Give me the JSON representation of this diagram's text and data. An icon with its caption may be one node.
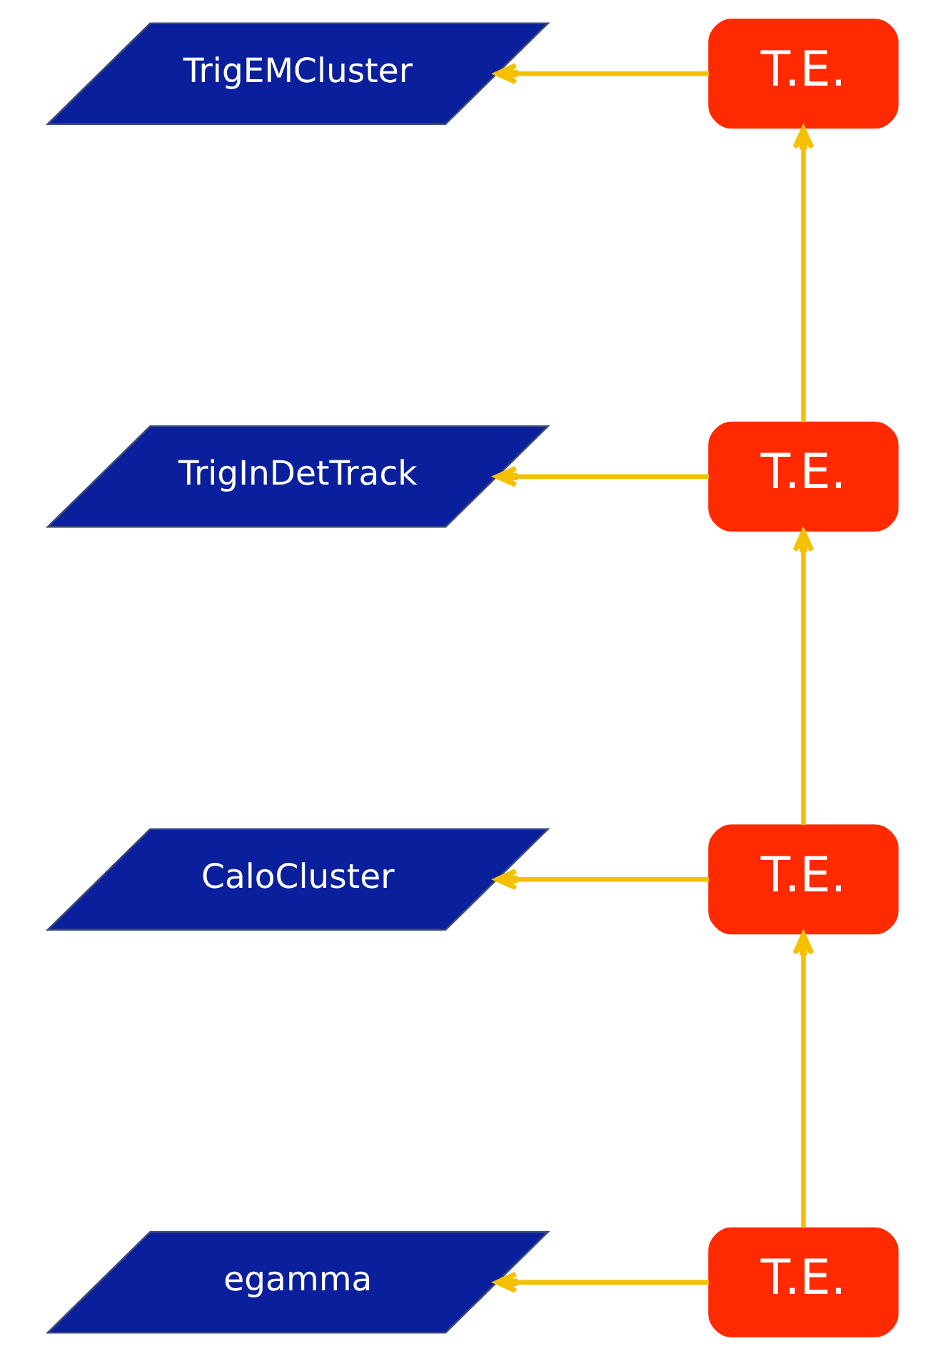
{
  "diagram": {
    "nodes": [
      {
        "text": [
          "TrigEMCluster"
        ]
      },
      {
        "text": [
          "T.E."
        ]
      },
      {
        "text": [
          "TrigInDetTrack"
        ]
      },
      {
        "text": [
          "T.E."
        ]
      },
      {
        "text": [
          "CaloCluster"
        ]
      },
      {
        "text": [
          "T.E."
        ]
      },
      {
        "text": [
          "egamma"
        ]
      },
      {
        "text": [
          "T.E."
        ]
      }
    ],
    "edges": [
      {
        "from": 1,
        "to": 0,
        "arrow": "to"
      },
      {
        "from": 3,
        "to": 1,
        "arrow": "to"
      },
      {
        "from": 3,
        "to": 2,
        "arrow": "to"
      },
      {
        "from": 5,
        "to": 3,
        "arrow": "to"
      },
      {
        "from": 5,
        "to": 4,
        "arrow": "to"
      },
      {
        "from": 7,
        "to": 5,
        "arrow": "to"
      },
      {
        "from": 7,
        "to": 6,
        "arrow": "to"
      }
    ]
  }
}
